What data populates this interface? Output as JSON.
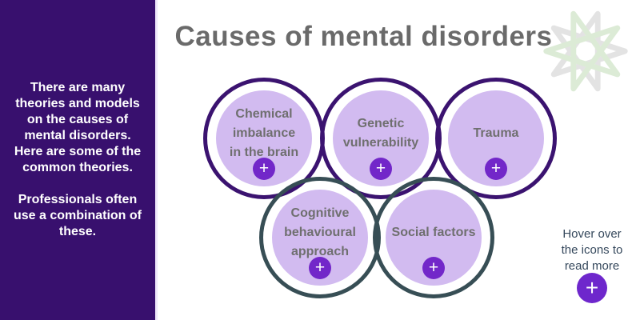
{
  "sidebar": {
    "paragraph1": "There are many\ntheories and models\non the causes of\nmental disorders.\nHere are some of the\ncommon theories.",
    "paragraph2": "Professionals often\nuse a combination of\nthese."
  },
  "header": {
    "title": "Causes of mental disorders"
  },
  "circles": [
    {
      "id": "chemical-imbalance",
      "label": "Chemical\nimbalance\nin the brain",
      "ring_color": "#3b1370",
      "plus_label": "+"
    },
    {
      "id": "genetic-vulnerability",
      "label": "Genetic\nvulnerability",
      "ring_color": "#3b1370",
      "plus_label": "+"
    },
    {
      "id": "trauma",
      "label": "Trauma",
      "ring_color": "#3b1370",
      "plus_label": "+"
    },
    {
      "id": "cognitive-behavioural-approach",
      "label": "Cognitive\nbehavioural\napproach",
      "ring_color": "#374e55",
      "plus_label": "+"
    },
    {
      "id": "social-factors",
      "label": "Social factors",
      "ring_color": "#374e55",
      "plus_label": "+"
    }
  ],
  "hover_hint": {
    "text": "Hover over\nthe icons to\nread more",
    "plus_label": "+"
  },
  "colors": {
    "sidebar_bg": "#38106e",
    "title_text": "#6a6a6a",
    "circle_fill": "#d2bbf0",
    "ring_purple": "#3b1370",
    "ring_slate": "#374e55",
    "plus_button": "#7227c9",
    "label_text": "#6f6f6f",
    "hint_text": "#35485c",
    "logo_green": "#dcebd6",
    "logo_gray": "#e3e3e3"
  }
}
